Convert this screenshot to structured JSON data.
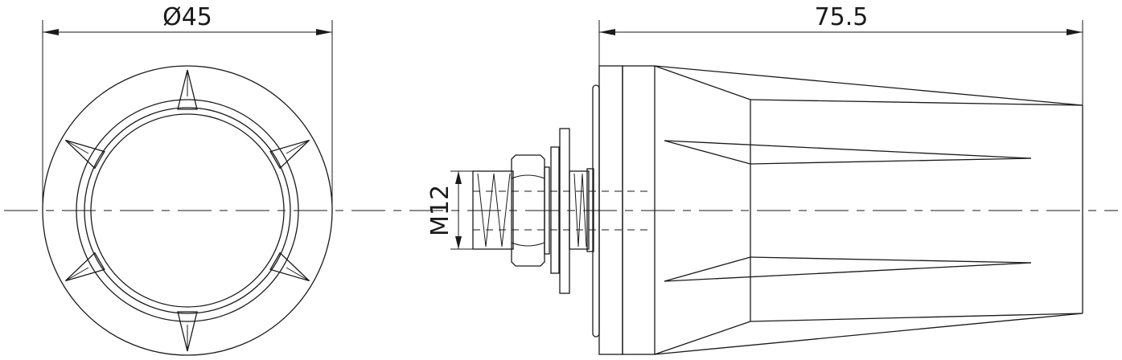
{
  "dimensions": {
    "diameter": "Ø45",
    "length": "75.5",
    "thread": "M12"
  },
  "colors": {
    "line": "#1a1a1a",
    "background": "#ffffff"
  }
}
